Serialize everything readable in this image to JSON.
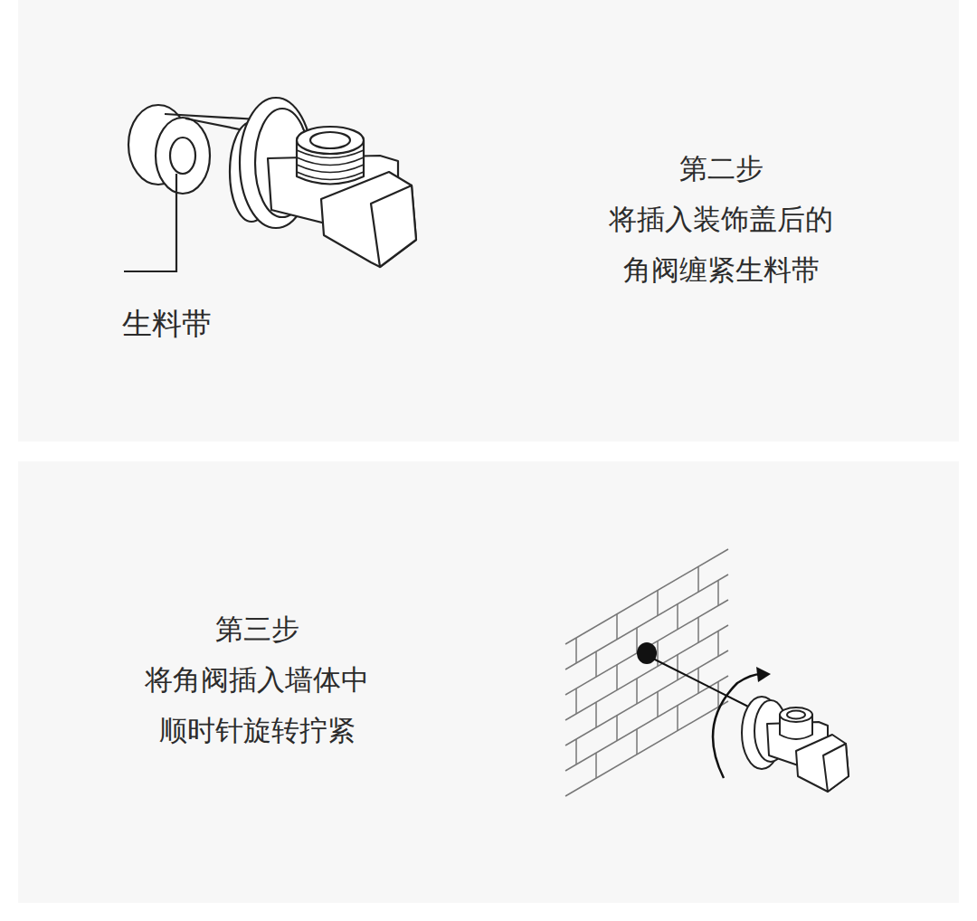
{
  "diagram": {
    "labels": [
      "生料带",
      "第二步",
      "将插入装饰盖后的",
      "角阀缠紧生料带",
      "第三步",
      "将角阀插入墙体中",
      "顺时针旋转拧紧"
    ]
  }
}
